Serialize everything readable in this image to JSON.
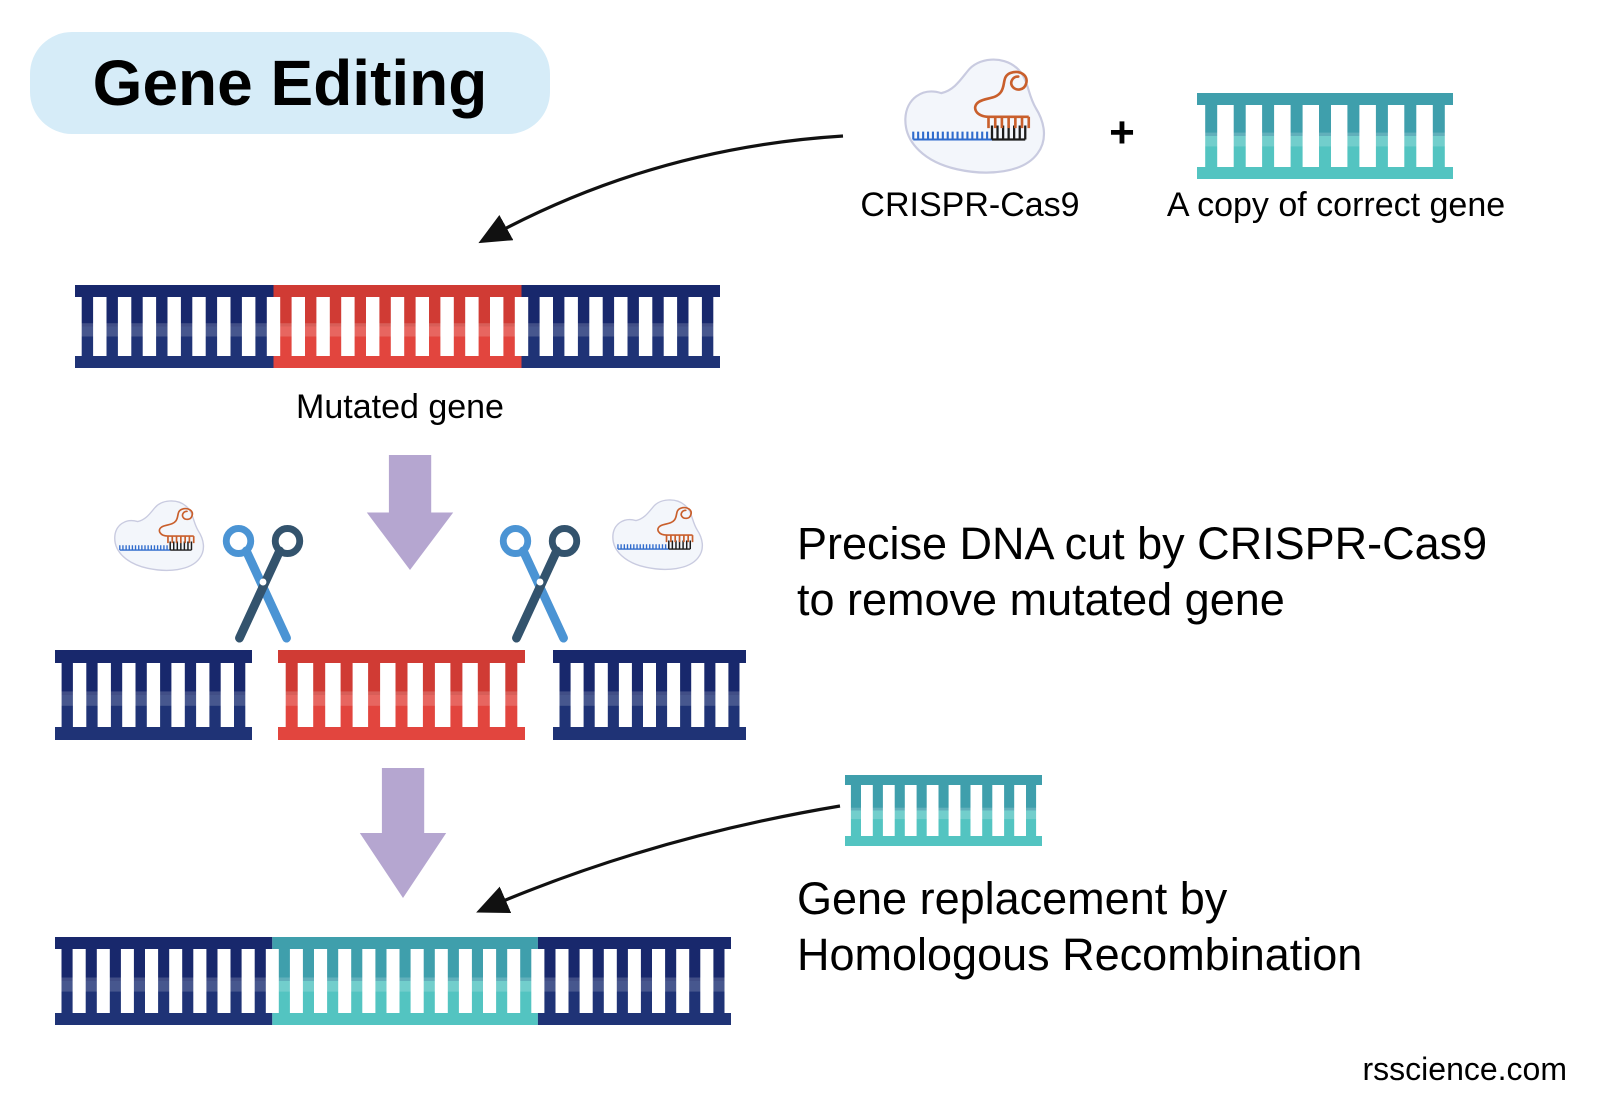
{
  "title": "Gene Editing",
  "header": {
    "crispr_label": "CRISPR-Cas9",
    "plus_sign": "+",
    "correct_gene_label": "A copy of correct gene"
  },
  "steps": {
    "mutated_gene_label": "Mutated gene",
    "cut_caption_line1": "Precise DNA cut by CRISPR-Cas9",
    "cut_caption_line2": "to remove mutated gene",
    "replace_caption_line1": "Gene replacement by",
    "replace_caption_line2": "Homologous Recombination"
  },
  "watermark": "rsscience.com",
  "colors": {
    "title_bg": "#d6ecf8",
    "text": "#000000",
    "black_arrow": "#111111",
    "purple_arrow": "#b5a6d0",
    "scissors_dark": "#33536d",
    "scissors_light": "#4b94d4",
    "blob_fill": "#f3f6fb",
    "blob_stroke": "#c9cbe0",
    "rna_blue": "#2f6bcc",
    "rna_orange": "#c95f2c",
    "rna_black": "#1c1c1c",
    "dna": {
      "navy": {
        "top": "#18286c",
        "bottom": "#1f3376"
      },
      "red": {
        "top": "#d03b34",
        "bottom": "#e2453e"
      },
      "teal": {
        "top": "#3f9fac",
        "bottom": "#53c4c1"
      }
    }
  },
  "figures": {
    "ladders": [
      {
        "id": "ladder-correct-gene",
        "segments": [
          {
            "color": "teal",
            "rungs": 9
          }
        ]
      },
      {
        "id": "ladder-mutated",
        "segments": [
          {
            "color": "navy",
            "rungs": 8
          },
          {
            "color": "red",
            "rungs": 10
          },
          {
            "color": "navy",
            "rungs": 8
          }
        ]
      },
      {
        "id": "ladder-cut-left",
        "segments": [
          {
            "color": "navy",
            "rungs": 8
          }
        ]
      },
      {
        "id": "ladder-cut-mid",
        "segments": [
          {
            "color": "red",
            "rungs": 9
          }
        ]
      },
      {
        "id": "ladder-cut-right",
        "segments": [
          {
            "color": "navy",
            "rungs": 8
          }
        ]
      },
      {
        "id": "ladder-fragment",
        "segments": [
          {
            "color": "teal",
            "rungs": 9
          }
        ]
      },
      {
        "id": "ladder-final",
        "segments": [
          {
            "color": "navy",
            "rungs": 9
          },
          {
            "color": "teal",
            "rungs": 11
          },
          {
            "color": "navy",
            "rungs": 8
          }
        ]
      }
    ],
    "blobs": [
      "blob-top",
      "blob-left",
      "blob-right"
    ],
    "scissors": [
      "scissors-left",
      "scissors-right"
    ],
    "purple_arrows": [
      "flow-arrow-1",
      "flow-arrow-2"
    ]
  }
}
